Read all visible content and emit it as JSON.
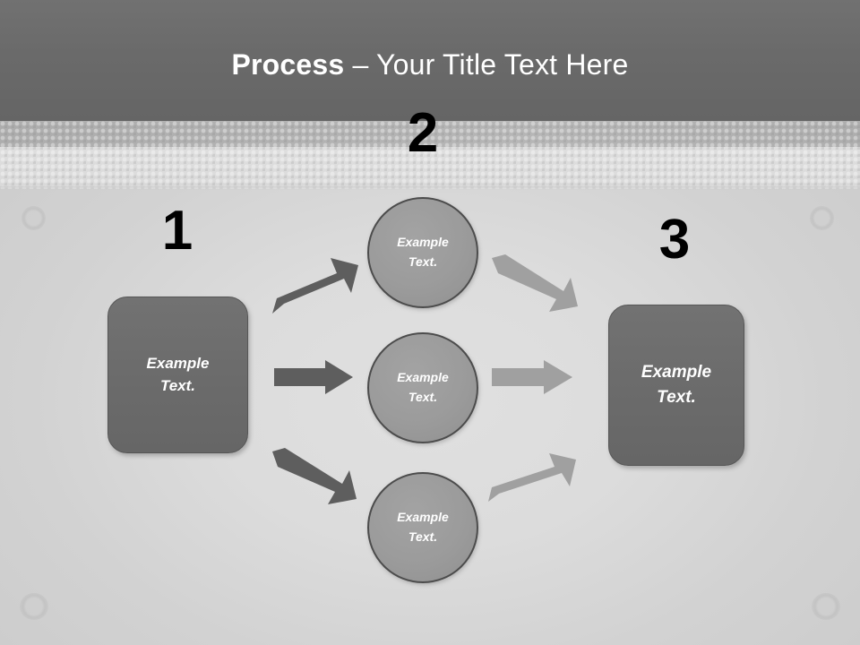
{
  "slide": {
    "title_bold": "Process",
    "title_rest": " – Your Title Text Here",
    "colors": {
      "header_bg": "#6a6a6a",
      "body_bg": "#d6d6d6",
      "box_fill": "#6b6b6b",
      "circle_fill": "#9a9a9a",
      "circle_border": "#4c4c4c",
      "arrow_dark": "#5e5e5e",
      "arrow_light": "#a0a0a0",
      "number_color": "#000000",
      "title_color": "#ffffff"
    }
  },
  "steps": [
    {
      "number": "1",
      "label_line1": "Example",
      "label_line2": "Text."
    },
    {
      "number": "2",
      "label_line1": "Example",
      "label_line2": "Text."
    },
    {
      "number": "3",
      "label_line1": "Example",
      "label_line2": "Text."
    }
  ],
  "input_box": {
    "number": "1",
    "line1": "Example",
    "line2": "Text."
  },
  "middle_circles": [
    {
      "line1": "Example",
      "line2": "Text."
    },
    {
      "line1": "Example",
      "line2": "Text."
    },
    {
      "line1": "Example",
      "line2": "Text."
    }
  ],
  "output_box": {
    "number": "3",
    "line1": "Example",
    "line2": "Text."
  },
  "middle_group": {
    "number": "2"
  },
  "connectors": [
    {
      "name": "in-to-circle-top",
      "direction": "up-right",
      "tone": "dark"
    },
    {
      "name": "in-to-circle-middle",
      "direction": "right",
      "tone": "dark"
    },
    {
      "name": "in-to-circle-bottom",
      "direction": "down-right",
      "tone": "dark"
    },
    {
      "name": "circle-top-to-out",
      "direction": "down-right",
      "tone": "light"
    },
    {
      "name": "circle-middle-to-out",
      "direction": "right",
      "tone": "light"
    },
    {
      "name": "circle-bottom-to-out",
      "direction": "up-right",
      "tone": "light"
    }
  ]
}
